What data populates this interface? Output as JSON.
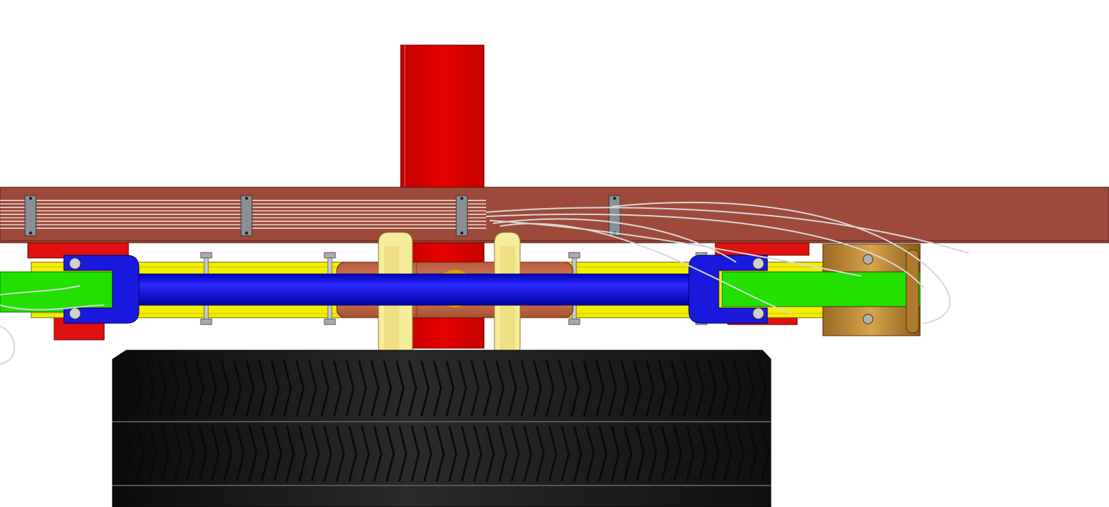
{
  "scene": {
    "background": "#ffffff",
    "colors": {
      "frame_rail": "#9e4a3a",
      "post": "#e00000",
      "bracket_red": "#e01010",
      "sub_rail": "#f2ee00",
      "tube": "#1a1adf",
      "green_arm": "#22e000",
      "bush_brown": "#c8704e",
      "bush_yellow": "#f7ec9a",
      "bronze": "#c8903a",
      "tire": "#1d1d1d",
      "wire": "#d8d8d8",
      "clamp": "#8a8f96"
    },
    "components": [
      "frame-rail",
      "vertical-post",
      "harness-clamps",
      "wire-harness",
      "yellow-subframe",
      "blue-tube",
      "left-green-arm",
      "right-green-arm",
      "red-brackets",
      "center-bushings",
      "bronze-mount",
      "tire"
    ]
  }
}
